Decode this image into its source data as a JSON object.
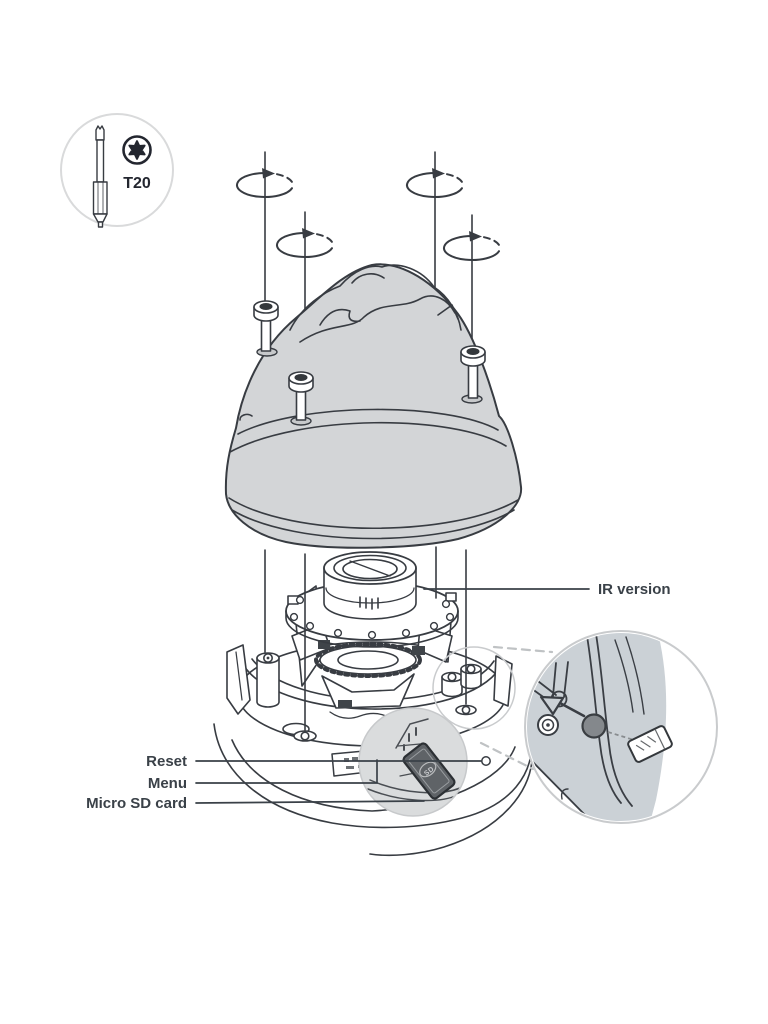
{
  "background": "#ffffff",
  "tool_badge": {
    "size_label": "T20"
  },
  "callouts": {
    "ir_version": "IR version",
    "reset": "Reset",
    "menu": "Menu",
    "micro_sd_card": "Micro SD card"
  },
  "sd_card_logo": "SD",
  "colors": {
    "line": "#383c42",
    "label_text": "#3a4148",
    "dome_fill": "#d3d5d7",
    "inset_fill": "#cbd1d6",
    "slot_hole_fill": "#84888c",
    "sd_card_fill": "#5f6367",
    "highlight_circle_stroke": "#c9cbcd"
  },
  "icons": [
    "torx-bit-icon",
    "torx-head-icon",
    "rotation-arrow-icon",
    "sd-card-icon",
    "insertion-arrow-icon"
  ]
}
